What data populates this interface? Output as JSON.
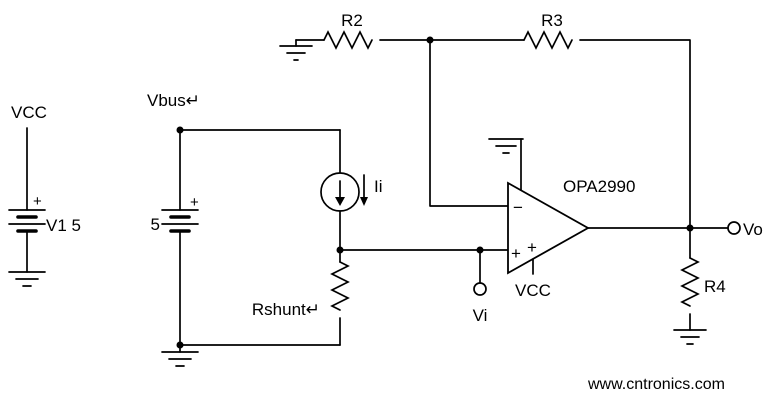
{
  "diagram": {
    "type": "circuit-schematic",
    "watermark": "www.cntronics.com",
    "colors": {
      "wire": "#000000",
      "watermark": "#9ed49e",
      "background": "#ffffff"
    },
    "labels": {
      "vcc_left": "VCC",
      "v1": "V1 5",
      "v1_plus": "+",
      "vbus": "Vbus↵",
      "vbus_value": "5",
      "vbus_plus": "+",
      "ii": "Ii",
      "rshunt": "Rshunt↵",
      "r2": "R2",
      "r3": "R3",
      "r4": "R4",
      "opamp": "OPA2990",
      "opamp_minus": "−",
      "opamp_plus_input": "+",
      "opamp_plus_supply": "+",
      "vcc_opamp": "VCC",
      "vi": "Vi",
      "vo": "Vo"
    }
  }
}
